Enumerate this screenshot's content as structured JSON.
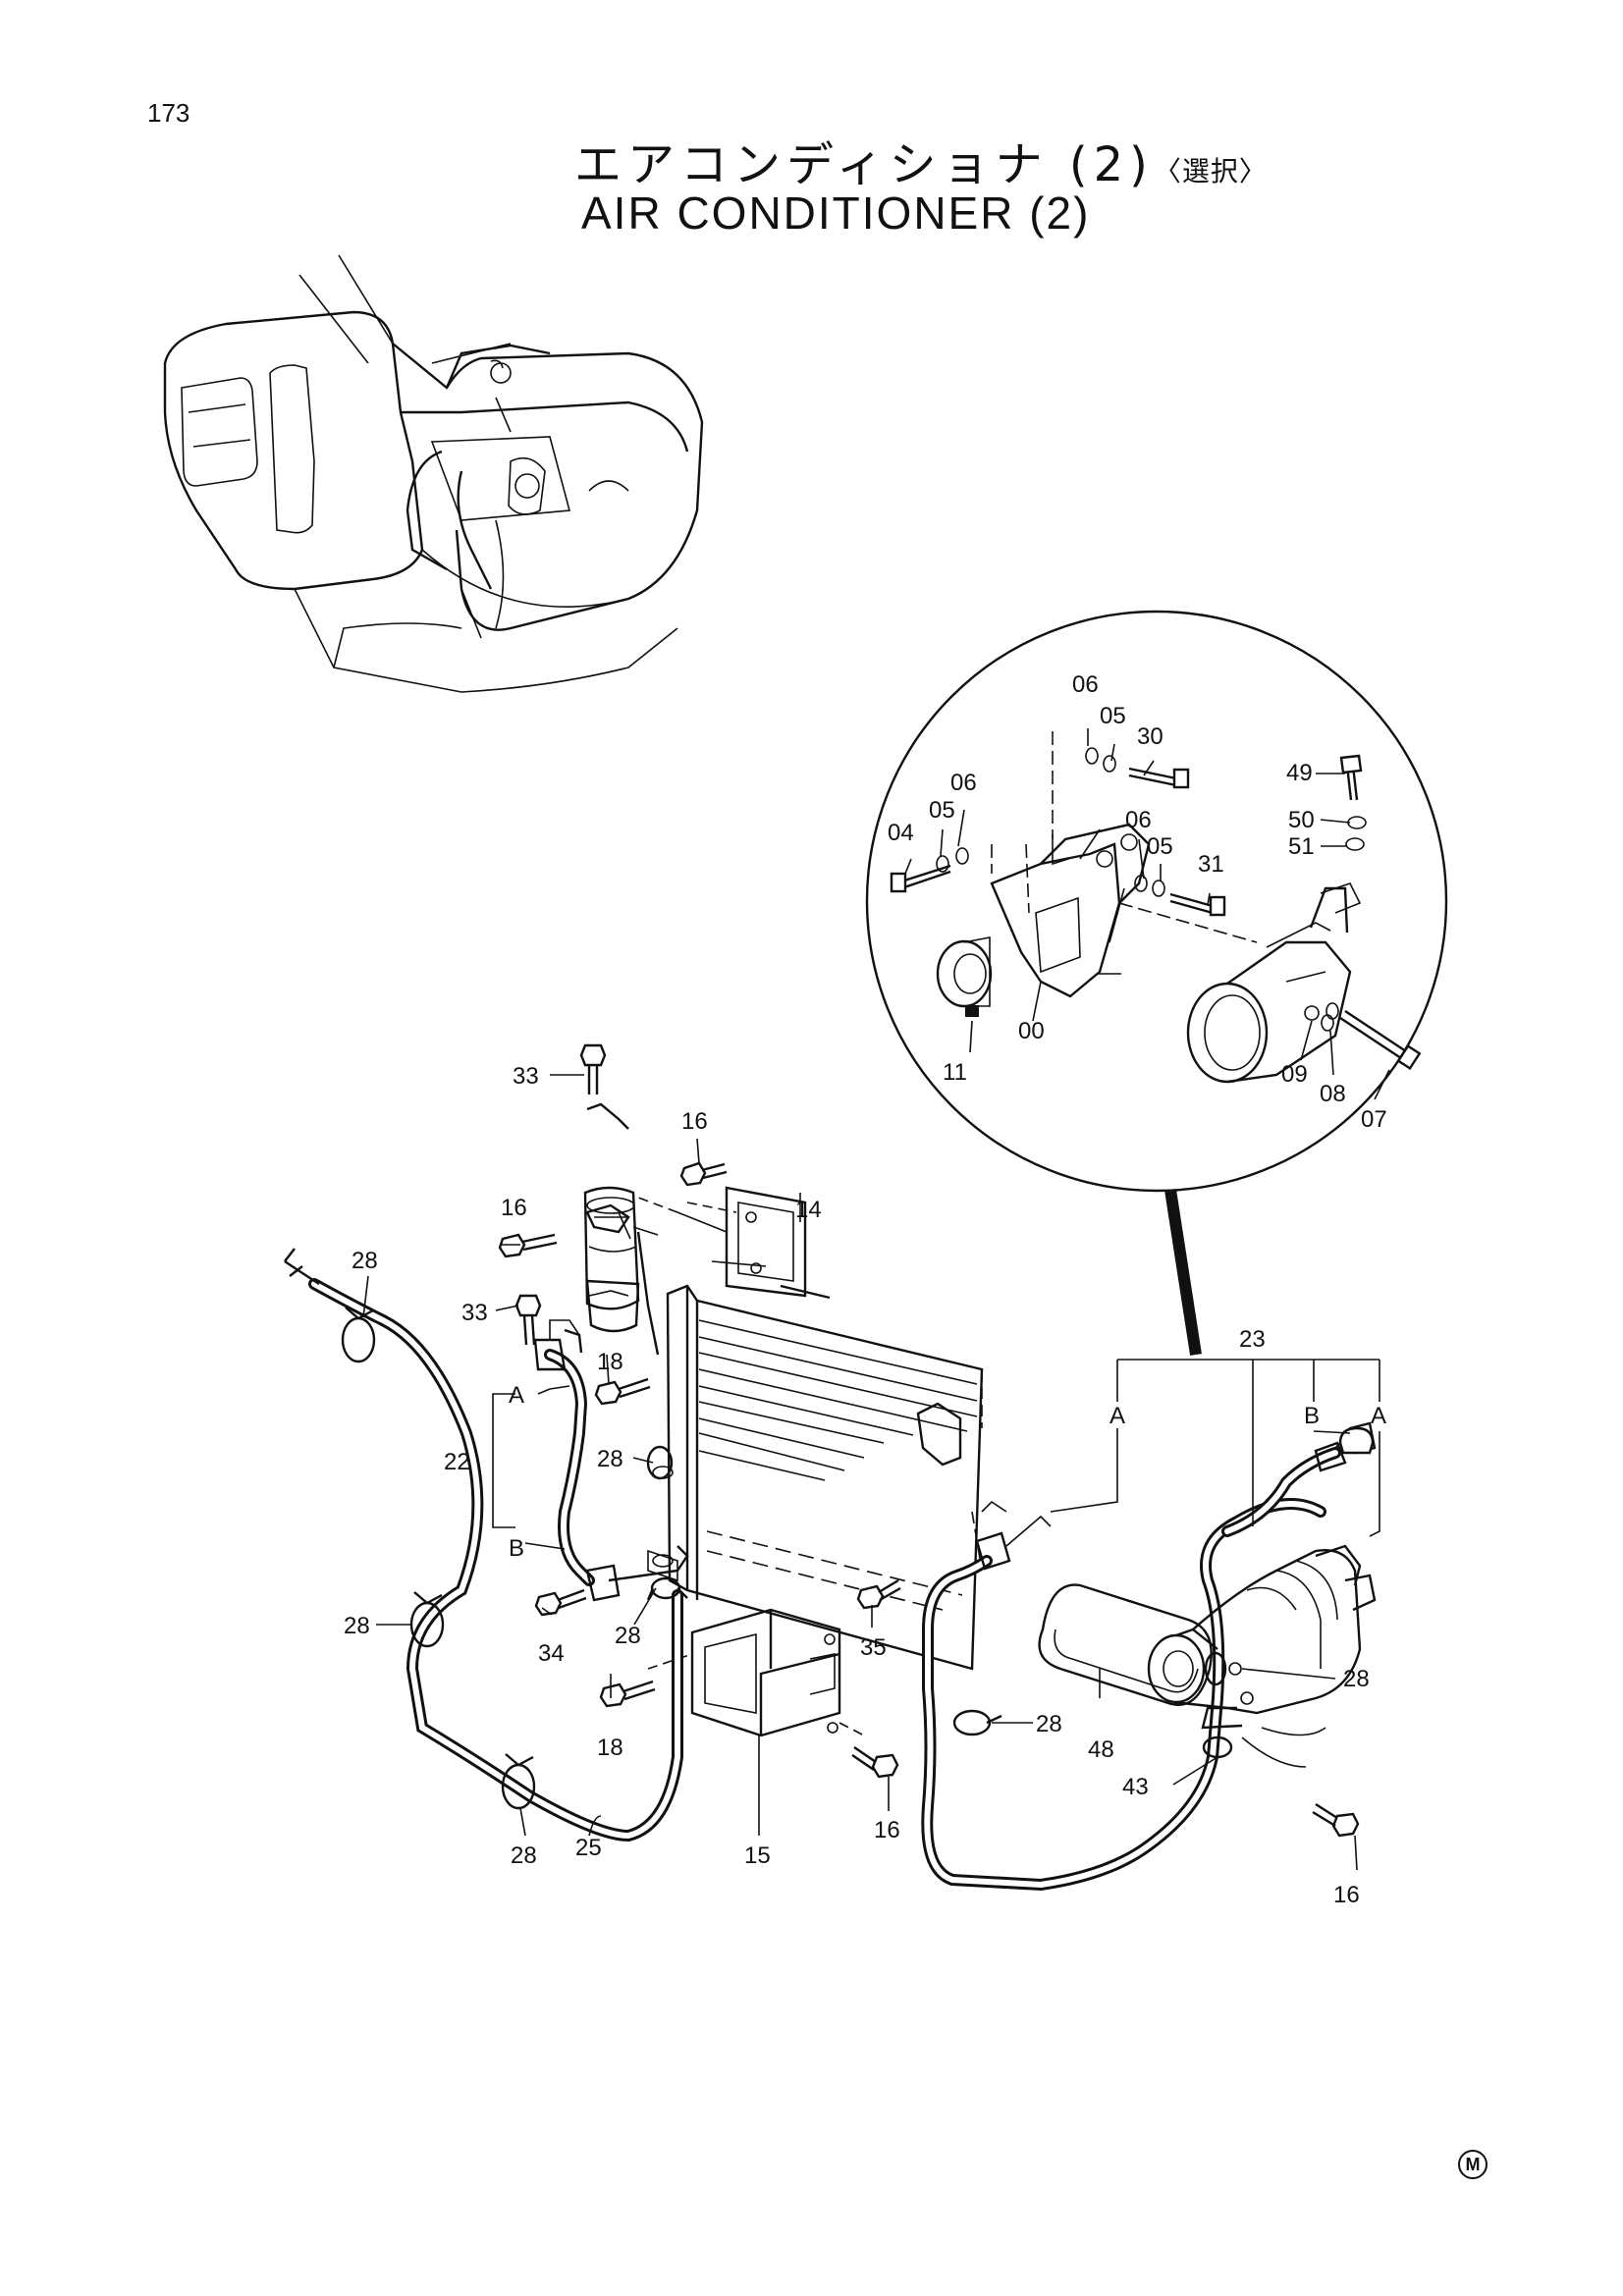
{
  "page_number": "173",
  "title_jp": "エアコンディショナ (2)",
  "title_jp_selection": "〈選択〉",
  "title_en": "AIR CONDITIONER (2)",
  "corner_mark": "M",
  "callouts": {
    "c06a": "06",
    "c05a": "05",
    "c30": "30",
    "c06b": "06",
    "c05b": "05",
    "c04": "04",
    "c06c": "06",
    "c05c": "05",
    "c31": "31",
    "c49": "49",
    "c50": "50",
    "c51": "51",
    "c11": "11",
    "c00": "00",
    "c09": "09",
    "c08": "08",
    "c07": "07",
    "c33a": "33",
    "c16a": "16",
    "c16b": "16",
    "c14": "14",
    "c28a": "28",
    "c33b": "33",
    "c18a": "18",
    "cA1": "A",
    "c22": "22",
    "c28b": "28",
    "cB1": "B",
    "c28c": "28",
    "c34": "34",
    "c28d": "28",
    "c35": "35",
    "c18b": "18",
    "c16c": "16",
    "c15": "15",
    "c28e": "28",
    "c25": "25",
    "c23": "23",
    "cA2": "A",
    "cB2": "B",
    "cA3": "A",
    "c28f": "28",
    "c28g": "28",
    "c48": "48",
    "c43": "43",
    "c16d": "16"
  }
}
